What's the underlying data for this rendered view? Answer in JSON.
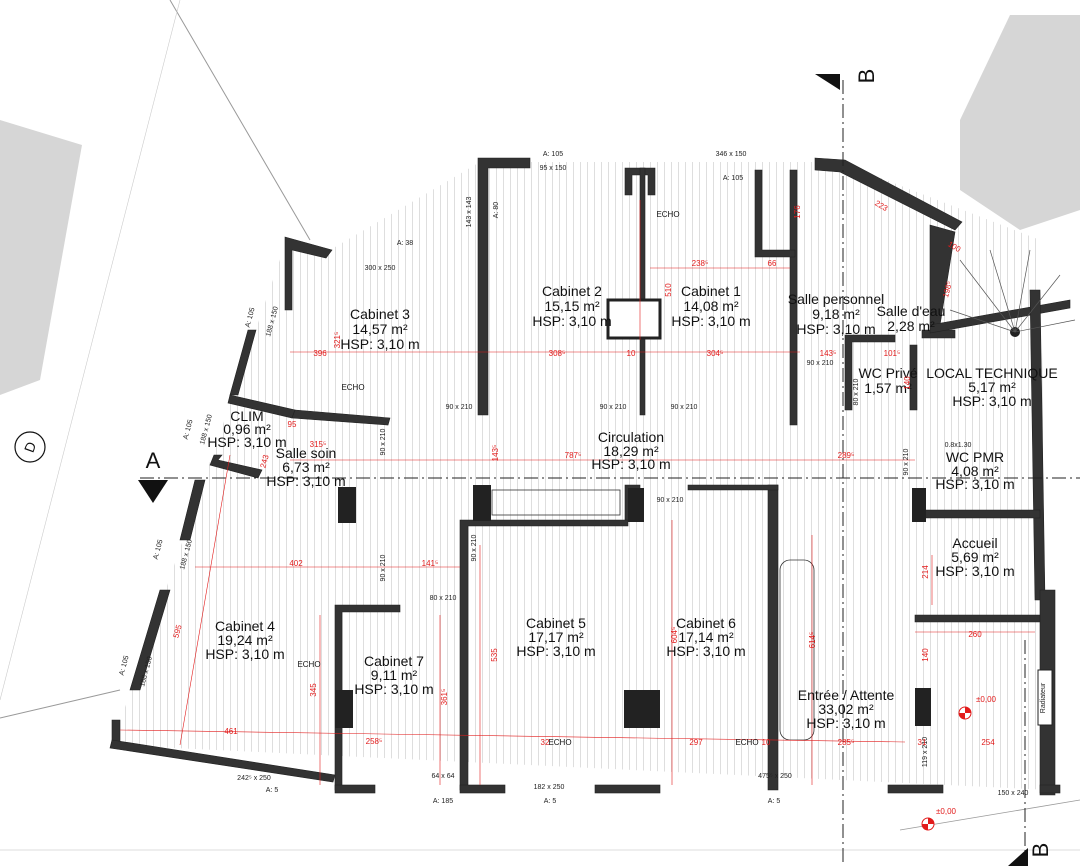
{
  "rooms": [
    {
      "id": "cabinet-3",
      "name": "Cabinet 3",
      "area": "14,57 m²",
      "height": "HSP: 3,10 m"
    },
    {
      "id": "cabinet-2",
      "name": "Cabinet 2",
      "area": "15,15 m²",
      "height": "HSP: 3,10 m"
    },
    {
      "id": "cabinet-1",
      "name": "Cabinet 1",
      "area": "14,08 m²",
      "height": "HSP: 3,10 m"
    },
    {
      "id": "salle-personnel",
      "name": "Salle personnel",
      "area": "9,18 m²",
      "height": "HSP: 3,10 m"
    },
    {
      "id": "salle-eau",
      "name": "Salle d'eau",
      "area": "2,28 m²"
    },
    {
      "id": "wc-prive",
      "name": "WC Privé",
      "area": "1,57 m²"
    },
    {
      "id": "local-technique",
      "name": "LOCAL TECHNIQUE",
      "area": "5,17 m²",
      "height": "HSP: 3,10 m"
    },
    {
      "id": "clim",
      "name": "CLIM",
      "area": "0,96 m²",
      "height": "HSP: 3,10 m"
    },
    {
      "id": "salle-soin",
      "name": "Salle soin",
      "area": "6,73 m²",
      "height": "HSP: 3,10 m"
    },
    {
      "id": "circulation",
      "name": "Circulation",
      "area": "18,29 m²",
      "height": "HSP: 3,10 m"
    },
    {
      "id": "wc-pmr",
      "name": "WC PMR",
      "area": "4,08 m²",
      "height": "HSP: 3,10 m"
    },
    {
      "id": "accueil",
      "name": "Accueil",
      "area": "5,69 m²",
      "height": "HSP: 3,10 m"
    },
    {
      "id": "cabinet-4",
      "name": "Cabinet 4",
      "area": "19,24 m²",
      "height": "HSP: 3,10 m"
    },
    {
      "id": "cabinet-7",
      "name": "Cabinet 7",
      "area": "9,11 m²",
      "height": "HSP: 3,10 m"
    },
    {
      "id": "cabinet-5",
      "name": "Cabinet 5",
      "area": "17,17 m²",
      "height": "HSP: 3,10 m"
    },
    {
      "id": "cabinet-6",
      "name": "Cabinet 6",
      "area": "17,14 m²",
      "height": "HSP: 3,10 m"
    },
    {
      "id": "entree",
      "name": "Entrée / Attente",
      "area": "33,02 m²",
      "height": "HSP: 3,10 m"
    }
  ],
  "section_labels": {
    "a": "A",
    "b": "B",
    "d": "D"
  },
  "echo": "ECHO",
  "levels": {
    "level_1": "±0,00",
    "level_2": "±0,00"
  },
  "radiator": "Radiateur",
  "openings": [
    {
      "id": "a105-top",
      "text": "A: 105"
    },
    {
      "id": "w95",
      "text": "95 x 150"
    },
    {
      "id": "w346",
      "text": "346 x 150"
    },
    {
      "id": "a105-c1",
      "text": "A: 105"
    },
    {
      "id": "a38",
      "text": "A: 38"
    },
    {
      "id": "w300",
      "text": "300 x 250"
    },
    {
      "id": "w143",
      "text": "143 x 143"
    },
    {
      "id": "a80",
      "text": "A: 80"
    },
    {
      "id": "a105-left1",
      "text": "A: 105"
    },
    {
      "id": "w188a",
      "text": "188 x 150"
    },
    {
      "id": "a105-left2",
      "text": "A: 105"
    },
    {
      "id": "w188b",
      "text": "188 x 150"
    },
    {
      "id": "a105-left3",
      "text": "A: 105"
    },
    {
      "id": "w188c",
      "text": "188 x 150"
    },
    {
      "id": "a105-left4",
      "text": "A: 105"
    },
    {
      "id": "w188d",
      "text": "188 x 150"
    },
    {
      "id": "d90a",
      "text": "90 x 210"
    },
    {
      "id": "d90b",
      "text": "90 x 210"
    },
    {
      "id": "d90c",
      "text": "90 x 210"
    },
    {
      "id": "d90d",
      "text": "90 x 210"
    },
    {
      "id": "d90e",
      "text": "90 x 210"
    },
    {
      "id": "d90f",
      "text": "90 x 210"
    },
    {
      "id": "d90g",
      "text": "90 x 210"
    },
    {
      "id": "d90h",
      "text": "90 x 210"
    },
    {
      "id": "d90i",
      "text": "90 x 210"
    },
    {
      "id": "d80a",
      "text": "80 x 210"
    },
    {
      "id": "d80b",
      "text": "80 x 210"
    },
    {
      "id": "d08",
      "text": "0.8x1.30"
    },
    {
      "id": "w242",
      "text": "242⁵ x 250"
    },
    {
      "id": "a5a",
      "text": "A: 5"
    },
    {
      "id": "a185",
      "text": "A: 185"
    },
    {
      "id": "a5b",
      "text": "A: 5"
    },
    {
      "id": "w182",
      "text": "182 x 250"
    },
    {
      "id": "w475",
      "text": "475⁵ x 250"
    },
    {
      "id": "a5c",
      "text": "A: 5"
    },
    {
      "id": "w150",
      "text": "150 x 240"
    },
    {
      "id": "w119",
      "text": "119 x 210"
    },
    {
      "id": "w6484",
      "text": "64 x 64"
    }
  ],
  "dimensions": [
    {
      "id": "d321",
      "text": "321⁵"
    },
    {
      "id": "d396",
      "text": "396"
    },
    {
      "id": "d308",
      "text": "308⁵"
    },
    {
      "id": "d10a",
      "text": "10"
    },
    {
      "id": "d304",
      "text": "304⁵"
    },
    {
      "id": "d238",
      "text": "238⁵"
    },
    {
      "id": "d66",
      "text": "66"
    },
    {
      "id": "d510",
      "text": "510"
    },
    {
      "id": "d176",
      "text": "176"
    },
    {
      "id": "d223",
      "text": "223"
    },
    {
      "id": "d100",
      "text": "100"
    },
    {
      "id": "d198",
      "text": "198⁵"
    },
    {
      "id": "d143a",
      "text": "143⁵"
    },
    {
      "id": "d101",
      "text": "101⁵"
    },
    {
      "id": "d140",
      "text": "140"
    },
    {
      "id": "d95",
      "text": "95"
    },
    {
      "id": "d315",
      "text": "315⁵"
    },
    {
      "id": "d243",
      "text": "243"
    },
    {
      "id": "d143b",
      "text": "143⁵"
    },
    {
      "id": "d787",
      "text": "787⁵"
    },
    {
      "id": "d289",
      "text": "289⁵"
    },
    {
      "id": "d402",
      "text": "402"
    },
    {
      "id": "d141",
      "text": "141⁵"
    },
    {
      "id": "d595",
      "text": "595"
    },
    {
      "id": "d345",
      "text": "345"
    },
    {
      "id": "d361",
      "text": "361⁵"
    },
    {
      "id": "d535",
      "text": "535"
    },
    {
      "id": "d604",
      "text": "604⁵"
    },
    {
      "id": "d614",
      "text": "614⁵"
    },
    {
      "id": "d214",
      "text": "214"
    },
    {
      "id": "d260",
      "text": "260"
    },
    {
      "id": "d140b",
      "text": "140"
    },
    {
      "id": "d461",
      "text": "461"
    },
    {
      "id": "d258",
      "text": "258⁵"
    },
    {
      "id": "d32",
      "text": "32"
    },
    {
      "id": "d297",
      "text": "297"
    },
    {
      "id": "d10b",
      "text": "10"
    },
    {
      "id": "d285",
      "text": "285⁵"
    },
    {
      "id": "d31",
      "text": "31"
    },
    {
      "id": "d254",
      "text": "254"
    }
  ]
}
